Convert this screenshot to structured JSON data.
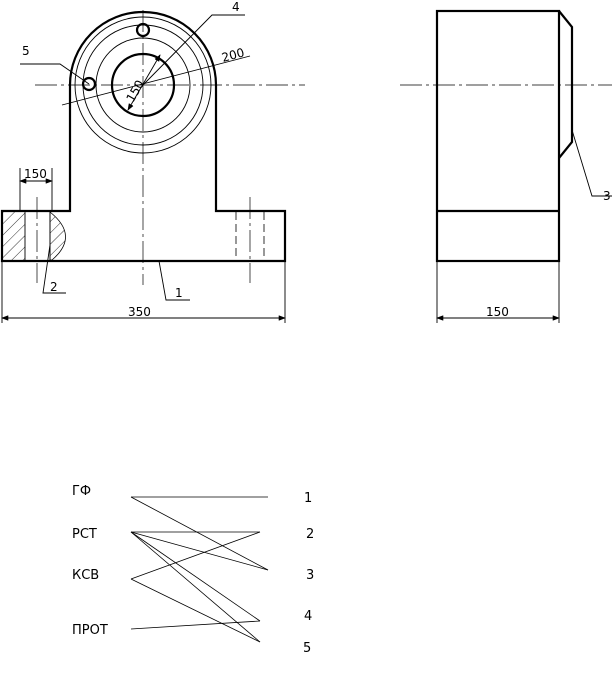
{
  "drawing": {
    "dims": {
      "d150_left": "150",
      "d200": "200",
      "d150_circle": "150",
      "d350": "350",
      "d150_side": "150"
    },
    "callouts": {
      "c1": "1",
      "c2": "2",
      "c3": "3",
      "c4": "4",
      "c5": "5"
    }
  },
  "graph": {
    "left": [
      "ГФ",
      "РСТ",
      "КСВ",
      "ПРОТ"
    ],
    "right": [
      "1",
      "2",
      "3",
      "4",
      "5"
    ],
    "links": [
      [
        "ГФ",
        "1"
      ],
      [
        "ГФ",
        "3"
      ],
      [
        "РСТ",
        "2"
      ],
      [
        "РСТ",
        "3"
      ],
      [
        "РСТ",
        "4"
      ],
      [
        "РСТ",
        "5"
      ],
      [
        "КСВ",
        "2"
      ],
      [
        "КСВ",
        "5"
      ],
      [
        "ПРОТ",
        "4"
      ]
    ]
  }
}
